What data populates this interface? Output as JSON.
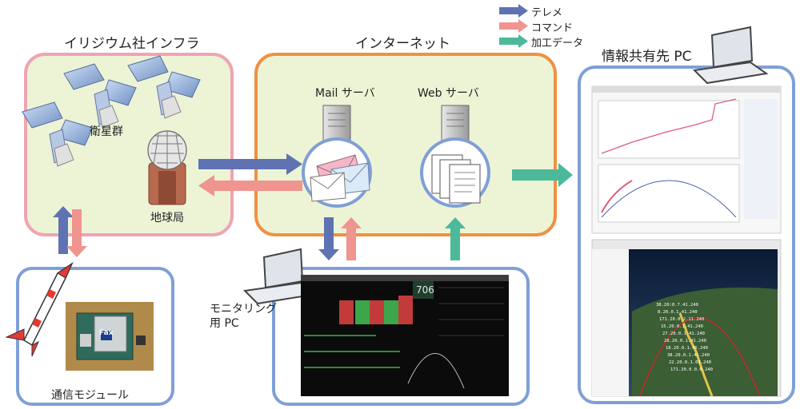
{
  "legend": {
    "items": [
      {
        "label": "テレメ",
        "color": "#5f73b2"
      },
      {
        "label": "コマンド",
        "color": "#f0948f"
      },
      {
        "label": "加工データ",
        "color": "#4cb99a"
      }
    ]
  },
  "iridium": {
    "title": "イリジウム社インフラ",
    "satellites_label": "衛星群",
    "station_label": "地球局"
  },
  "internet": {
    "title": "インターネット",
    "mail_label": "Mail サーバ",
    "web_label": "Web サーバ"
  },
  "info_pc": {
    "title": "情報共有先 PC"
  },
  "comm_module": {
    "label": "通信モジュール",
    "chip_text": "Fax"
  },
  "monitoring": {
    "label": "モニタリング\n用 PC",
    "counter": "706"
  },
  "globe_labels": [
    "38.20:0.7.41.240",
    "8.20.0.1.41.240",
    "171.20.0.2.11.240",
    "15.20.0.1.41.240",
    "27.20.0.1.41.240",
    "28.20.0.1.41.240",
    "18.20.0.1.46.240",
    "38.20.0.1.41.240",
    "22.20.0.1.03.240",
    "171.20.0.0.0.240"
  ],
  "colors": {
    "pink_border": "#f0a3b4",
    "orange_border": "#ef9142",
    "blue_border": "#7f9fd6",
    "panel_fill": "#edf4d6",
    "telem": "#5f73b2",
    "command": "#f0948f",
    "processed": "#4cb99a"
  }
}
